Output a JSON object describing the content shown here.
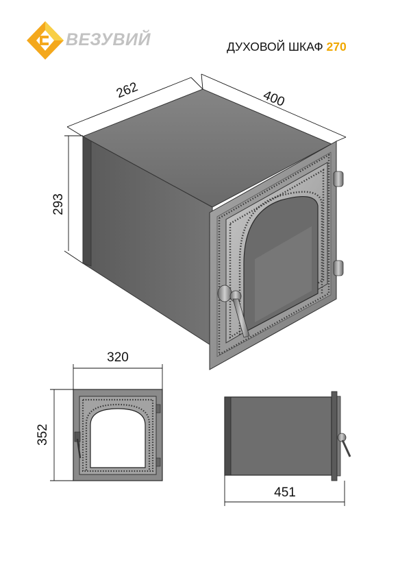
{
  "brand": {
    "name": "ВЕЗУВИЙ",
    "logo_icon": "brand-diamond-logo-icon"
  },
  "product": {
    "title": "ДУХОВОЙ ШКАФ",
    "model": "270"
  },
  "colors": {
    "accent": "#f0a800",
    "logo_orange": "#f4a81c",
    "logo_light": "#f8cf46",
    "body": "#6e6e6e",
    "body_dark": "#4e4e4e",
    "door": "#8e8e8e"
  },
  "dimensions": {
    "depth": "262",
    "width": "400",
    "height": "293",
    "front_width": "320",
    "front_height": "352",
    "side_length": "451"
  }
}
